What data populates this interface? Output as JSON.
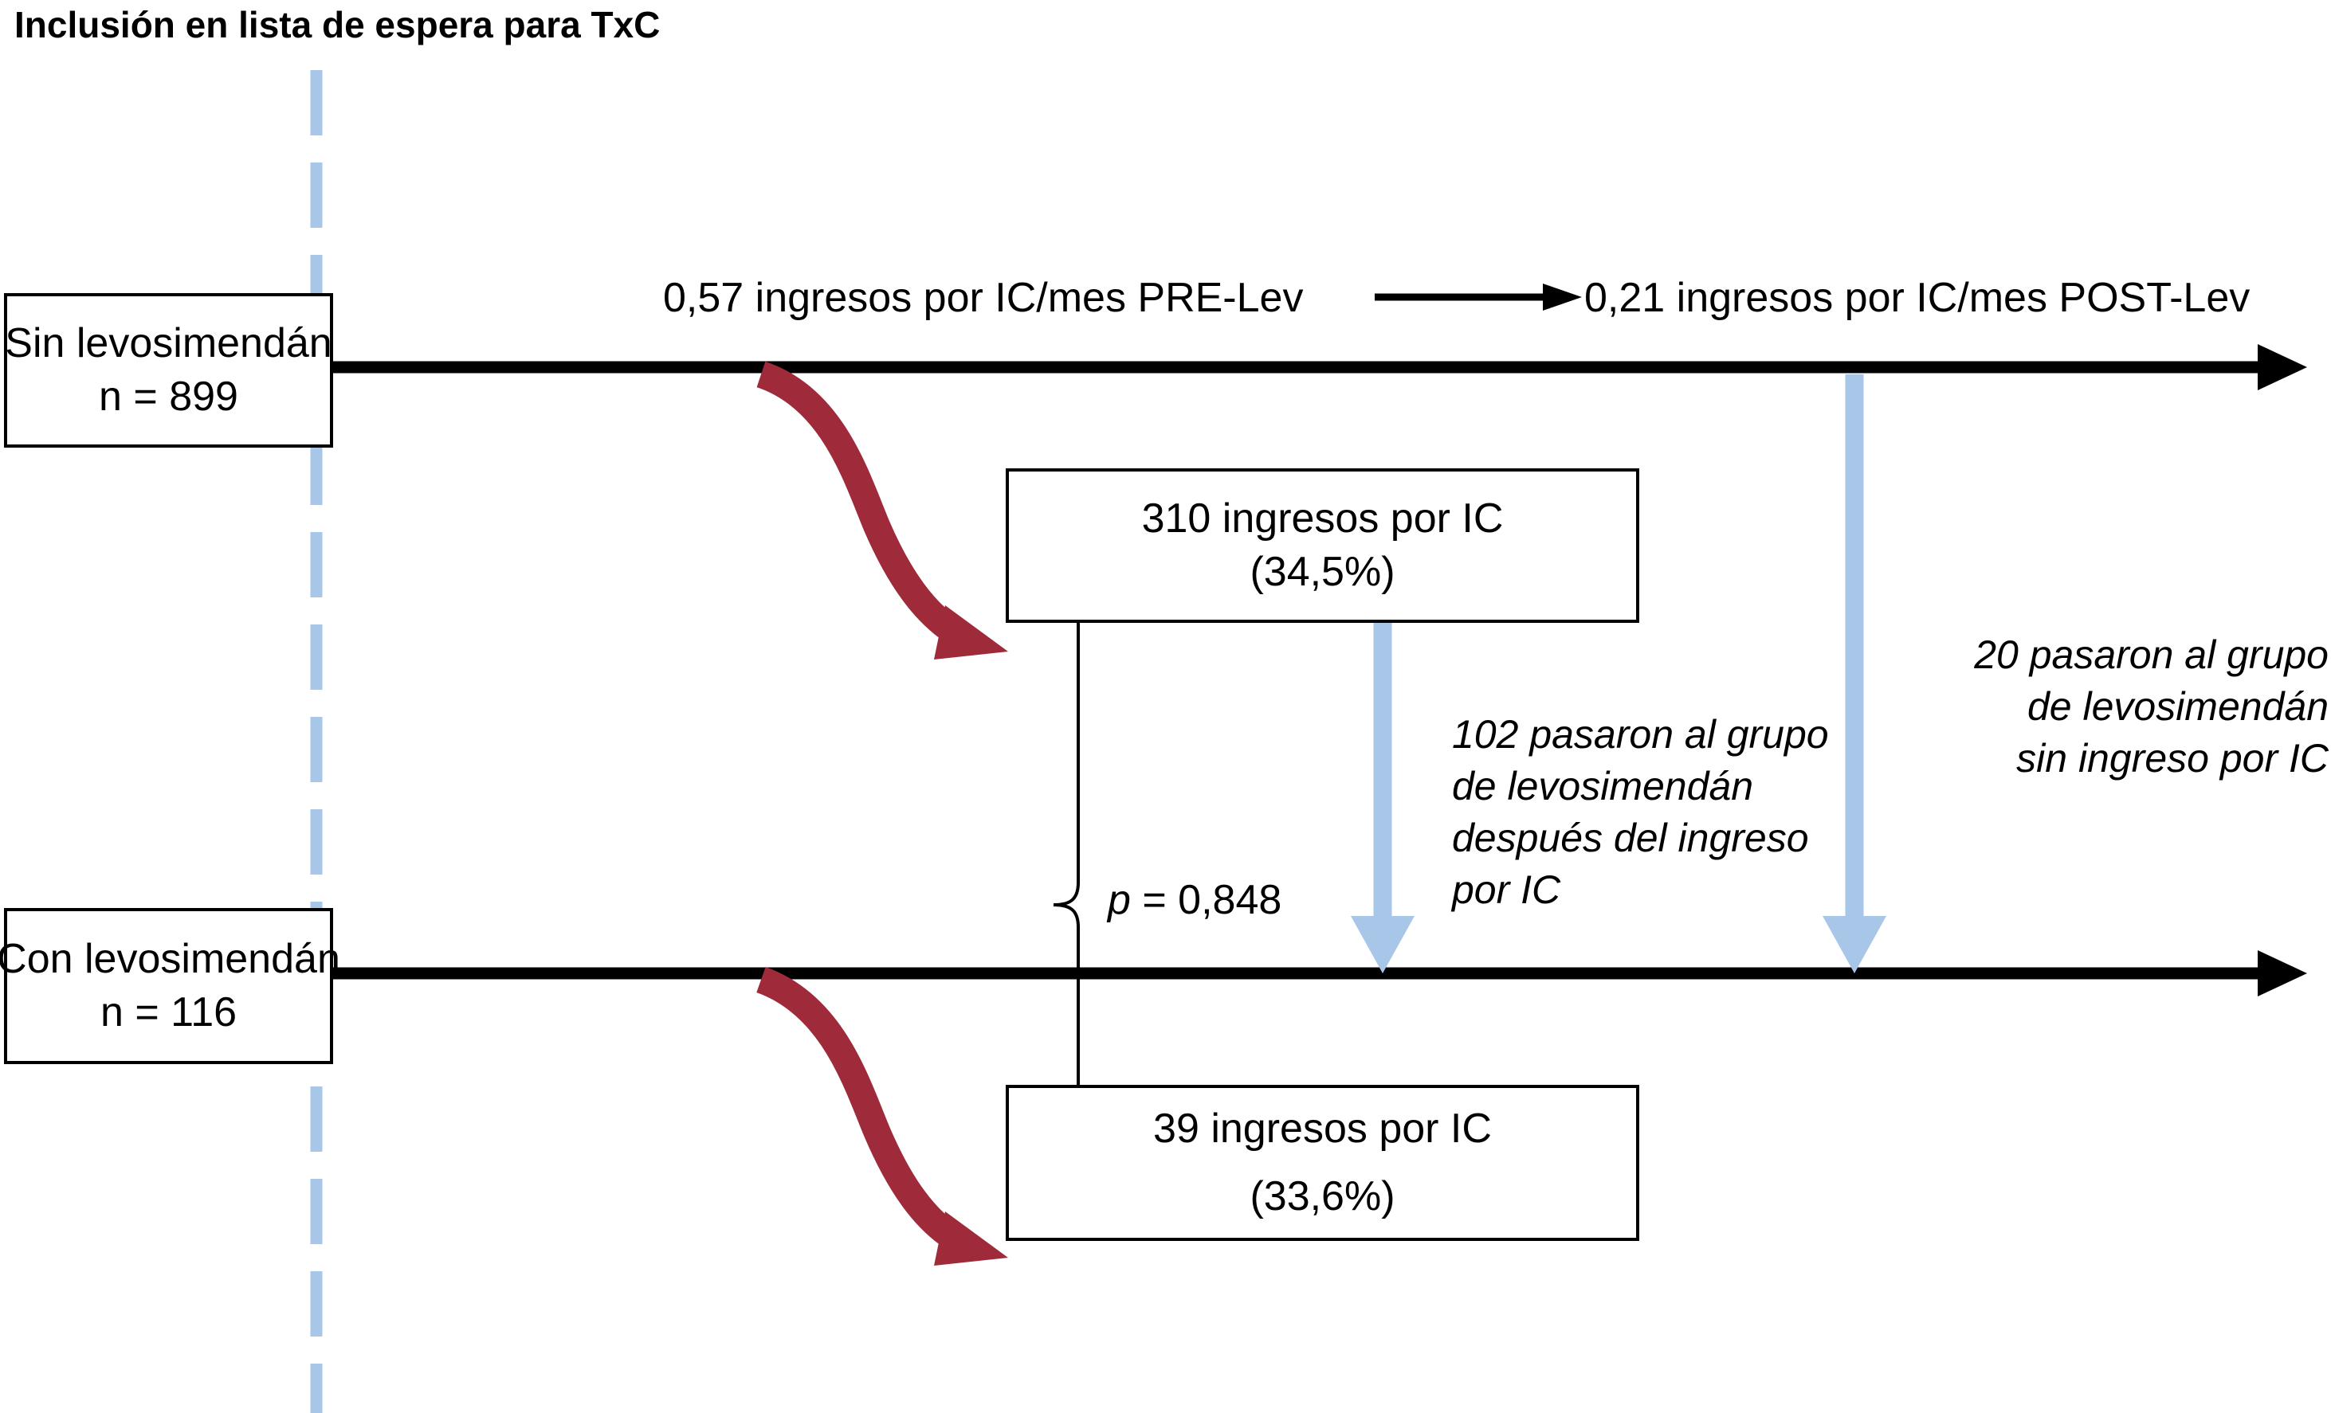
{
  "figure": {
    "title": "Inclusión en lista de espera para TxC",
    "type": "flow-diagram",
    "colors": {
      "timeline": "#000000",
      "box_border": "#000000",
      "background": "#ffffff",
      "red_arrow": "#9E2A3A",
      "blue_arrow": "#A8C6E8",
      "blue_dashed_line": "#A8C6E8",
      "text": "#000000"
    }
  },
  "timelines": [
    {
      "id": "timeline-pre",
      "group_label_line1": "Sin levosimendán",
      "group_label_line2": "n = 899",
      "rate_start": "0,57 ingresos por IC/mes PRE-Lev",
      "rate_end": "0,21 ingresos por IC/mes POST-Lev"
    },
    {
      "id": "timeline-post",
      "group_label_line1": "Con levosimendán",
      "group_label_line2": "n = 116"
    }
  ],
  "boxes": {
    "group_no_levo": {
      "line1": "Sin levosimendán",
      "line2": "n = 899",
      "n": 899
    },
    "group_levo": {
      "line1": "Con levosimendán",
      "line2": "n = 116",
      "n": 116
    },
    "admissions_no_levo": {
      "line1": "310 ingresos por IC",
      "line2": "(34,5%)",
      "count": 310,
      "percent": 34.5
    },
    "admissions_levo": {
      "line1": "39 ingresos por IC",
      "line2": "(33,6%)",
      "count": 39,
      "percent": 33.6
    }
  },
  "rates": {
    "pre_lev": "0,57 ingresos por IC/mes PRE-Lev",
    "post_lev": "0,21 ingresos por IC/mes POST-Lev",
    "pre_lev_value": 0.57,
    "post_lev_value": 0.21
  },
  "statistics": {
    "p_symbol": "p",
    "p_text": " = 0,848",
    "p_value": 0.848
  },
  "annotations": {
    "crossover_after_admission": {
      "line1": "102 pasaron al grupo",
      "line2": "de levosimendán",
      "line3": "después del ingreso",
      "line4": "por IC",
      "count": 102
    },
    "crossover_without_admission": {
      "line1": "20 pasaron al grupo",
      "line2": "de levosimendán",
      "line3": "sin ingreso por IC",
      "count": 20
    }
  },
  "icons": {
    "red_curved_arrow": "curved-arrow-icon",
    "blue_down_arrow": "down-arrow-icon",
    "black_right_arrow": "right-arrow-icon",
    "dashed_divider": "dashed-vertical-line-icon",
    "p_bracket": "comparison-bracket-icon"
  }
}
